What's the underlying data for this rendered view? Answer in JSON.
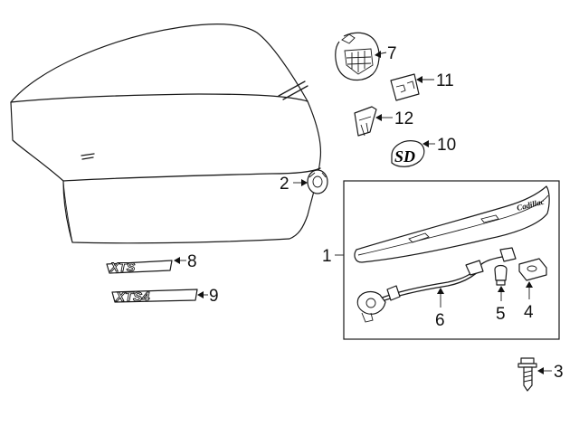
{
  "callouts": [
    {
      "id": "1",
      "label": "1"
    },
    {
      "id": "2",
      "label": "2"
    },
    {
      "id": "3",
      "label": "3"
    },
    {
      "id": "4",
      "label": "4"
    },
    {
      "id": "5",
      "label": "5"
    },
    {
      "id": "6",
      "label": "6"
    },
    {
      "id": "7",
      "label": "7"
    },
    {
      "id": "8",
      "label": "8"
    },
    {
      "id": "9",
      "label": "9"
    },
    {
      "id": "10",
      "label": "10"
    },
    {
      "id": "11",
      "label": "11"
    },
    {
      "id": "12",
      "label": "12"
    }
  ],
  "emblems": {
    "xts": "XTS",
    "xts4": "XTS4",
    "sd": "SD",
    "applique_script": "Cadillac"
  }
}
